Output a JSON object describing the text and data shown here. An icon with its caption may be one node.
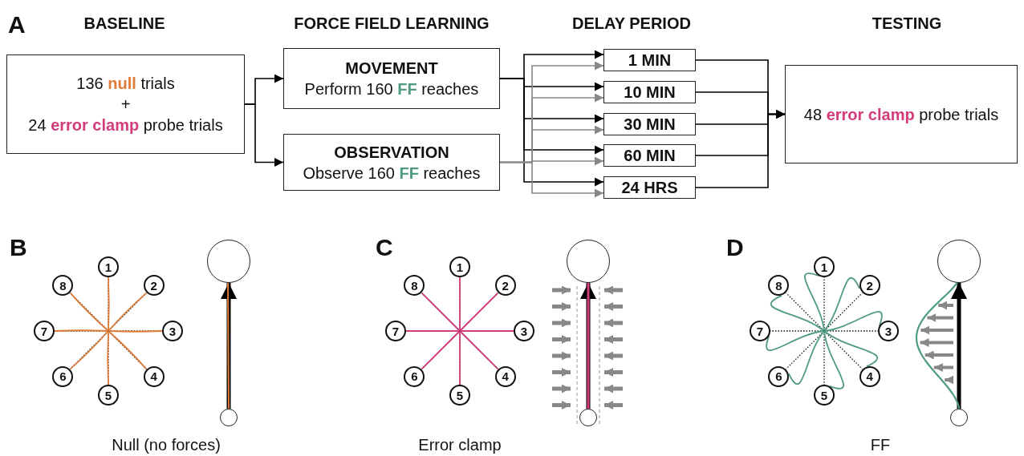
{
  "diagram": {
    "nodes": [
      {
        "text": [
          "136 **null** trials",
          "+",
          "24 **error clamp** probe trials"
        ]
      },
      {
        "text": [
          "MOVEMENT",
          "Perform 160 **FF** reaches"
        ]
      },
      {
        "text": [
          "OBSERVATION",
          "Observe 160 **FF** reaches"
        ]
      },
      {
        "text": [
          "1 MIN"
        ]
      },
      {
        "text": [
          "10 MIN"
        ]
      },
      {
        "text": [
          "30 MIN"
        ]
      },
      {
        "text": [
          "60 MIN"
        ]
      },
      {
        "text": [
          "24 HRS"
        ]
      },
      {
        "text": [
          "48 **error clamp** probe trials"
        ]
      },
      {
        "text": [
          "1"
        ]
      },
      {
        "text": [
          "2"
        ]
      },
      {
        "text": [
          "3"
        ]
      },
      {
        "text": [
          "4"
        ]
      },
      {
        "text": [
          "5"
        ]
      },
      {
        "text": [
          "6"
        ]
      },
      {
        "text": [
          "7"
        ]
      },
      {
        "text": [
          "8"
        ]
      },
      {
        "text": [],
        "shape": "circle"
      },
      {
        "text": [],
        "shape": "circle"
      },
      {
        "text": [
          "1"
        ]
      },
      {
        "text": [
          "2"
        ]
      },
      {
        "text": [
          "3"
        ]
      },
      {
        "text": [
          "4"
        ]
      },
      {
        "text": [
          "5"
        ]
      },
      {
        "text": [
          "6"
        ]
      },
      {
        "text": [
          "7"
        ]
      },
      {
        "text": [
          "8"
        ]
      },
      {
        "text": [],
        "shape": "circle"
      },
      {
        "text": [],
        "shape": "circle"
      },
      {
        "text": [
          "1"
        ]
      },
      {
        "text": [
          "2"
        ]
      },
      {
        "text": [
          "3"
        ]
      },
      {
        "text": [
          "4"
        ]
      },
      {
        "text": [
          "5"
        ]
      },
      {
        "text": [
          "6"
        ]
      },
      {
        "text": [
          "7"
        ]
      },
      {
        "text": [
          "8"
        ]
      },
      {
        "text": [],
        "shape": "circle"
      },
      {
        "text": [],
        "shape": "circle"
      }
    ],
    "edges": [
      {
        "from": 0,
        "to": 1,
        "arrow": "to"
      },
      {
        "from": 0,
        "to": 2,
        "arrow": "to"
      },
      {
        "from": 1,
        "to": 3,
        "arrow": "to"
      },
      {
        "from": 1,
        "to": 4,
        "arrow": "to"
      },
      {
        "from": 1,
        "to": 5,
        "arrow": "to"
      },
      {
        "from": 1,
        "to": 6,
        "arrow": "to"
      },
      {
        "from": 1,
        "to": 7,
        "arrow": "to"
      },
      {
        "from": 2,
        "to": 3,
        "arrow": "to",
        "color": "#888888"
      },
      {
        "from": 2,
        "to": 4,
        "arrow": "to",
        "color": "#888888"
      },
      {
        "from": 2,
        "to": 5,
        "arrow": "to",
        "color": "#888888"
      },
      {
        "from": 2,
        "to": 6,
        "arrow": "to",
        "color": "#888888"
      },
      {
        "from": 2,
        "to": 7,
        "arrow": "to",
        "color": "#888888"
      },
      {
        "from": 3,
        "to": 8,
        "arrow": "to"
      },
      {
        "from": 4,
        "to": 8,
        "arrow": "to"
      },
      {
        "from": 5,
        "to": 8,
        "arrow": "to"
      },
      {
        "from": 6,
        "to": 8,
        "arrow": "to"
      },
      {
        "from": 7,
        "to": 8,
        "arrow": "to"
      },
      {
        "from": 18,
        "to": 17,
        "arrow": "to",
        "style": "thick"
      },
      {
        "from": 28,
        "to": 27,
        "arrow": "to",
        "style": "thick"
      },
      {
        "from": 38,
        "to": 37,
        "arrow": "to",
        "style": "thick"
      }
    ],
    "labels": [
      "A",
      "BASELINE",
      "FORCE FIELD LEARNING",
      "DELAY PERIOD",
      "TESTING",
      "B",
      "C",
      "D",
      "Null (no forces)",
      "Error clamp",
      "FF"
    ]
  }
}
